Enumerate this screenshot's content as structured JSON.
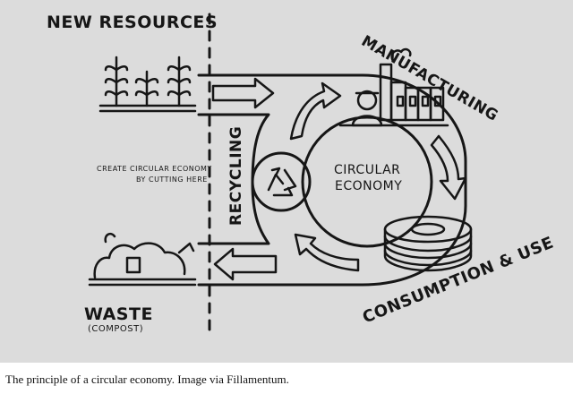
{
  "labels": {
    "new_resources": "NEW RESOURCES",
    "manufacturing": "MANUFACTURING",
    "consumption_use": "CONSUMPTION & USE",
    "waste": "WASTE",
    "compost": "(COMPOST)",
    "recycling": "RECYCLING",
    "circular_economy_line1": "CIRCULAR",
    "circular_economy_line2": "ECONOMY",
    "cut_line1": "CREATE CIRCULAR ECONOMY",
    "cut_line2": "BY CUTTING HERE"
  },
  "caption": "The principle of a circular economy. Image via Fillamentum.",
  "colors": {
    "background": "#dcdcdc",
    "ink": "#161616",
    "page": "#ffffff"
  },
  "icons": [
    "plants-icon",
    "factory-worker-icon",
    "filament-spool-icon",
    "waste-pile-icon",
    "recycle-icon"
  ]
}
